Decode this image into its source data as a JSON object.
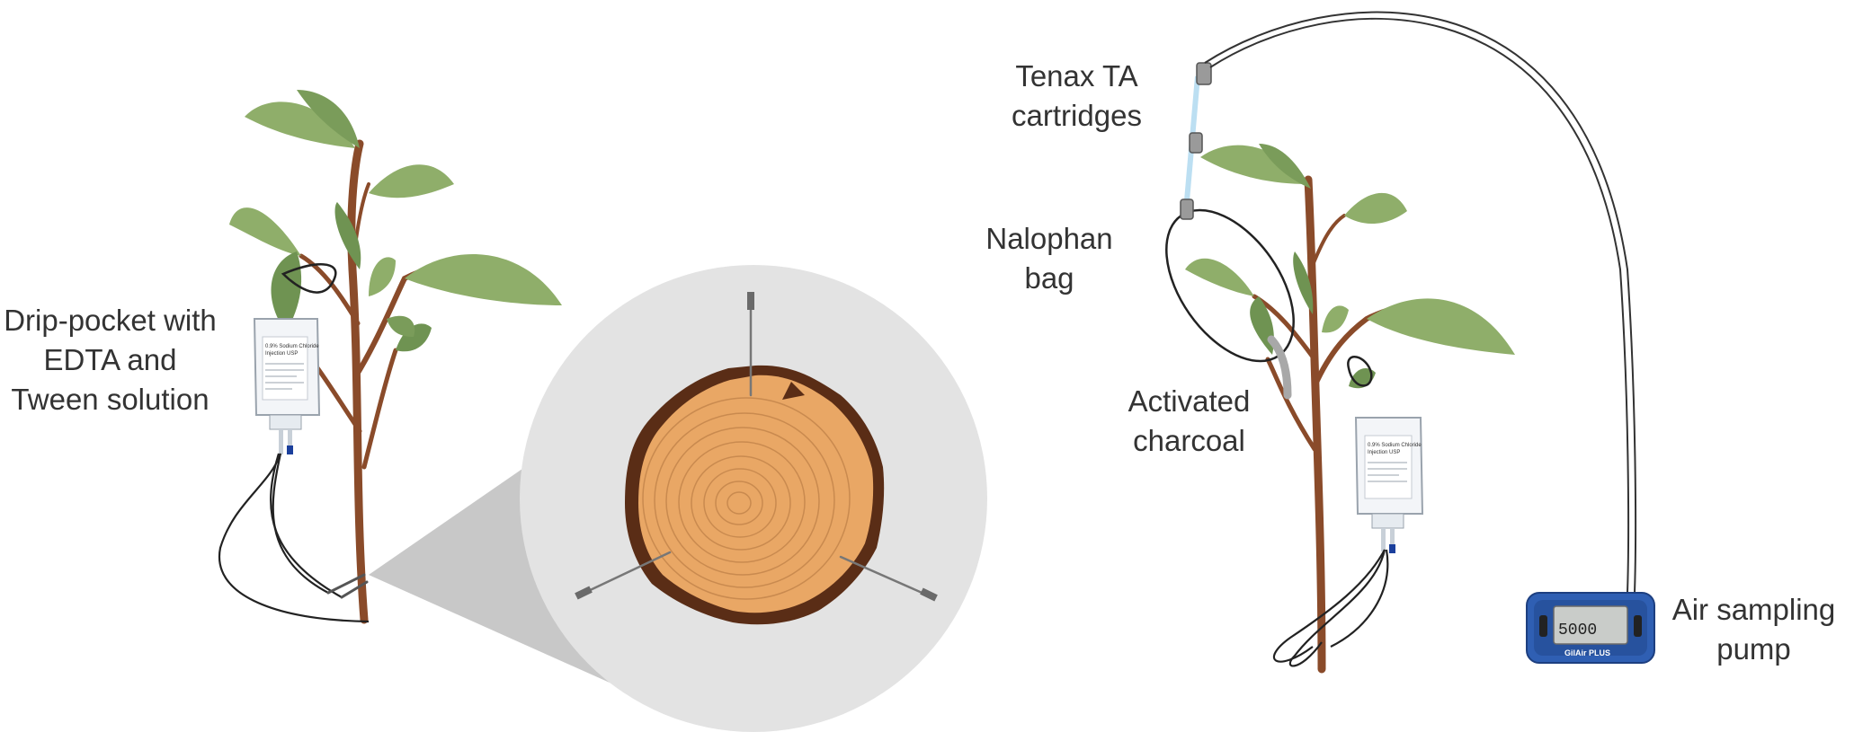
{
  "labels": {
    "drip_pocket": [
      "Drip-pocket with",
      "EDTA and",
      "Tween solution"
    ],
    "tenax": [
      "Tenax TA",
      "cartridges"
    ],
    "nalophan": [
      "Nalophan",
      "bag"
    ],
    "charcoal": [
      "Activated",
      "charcoal"
    ],
    "pump": [
      "Air sampling",
      "pump"
    ]
  },
  "bag_text": {
    "title_line1": "0.9% Sodium Chloride",
    "title_line2": "Injection USP"
  },
  "pump_display": {
    "reading": "5000",
    "brand": "GilAir PLUS"
  },
  "icons": [
    "plant-icon",
    "iv-drip-bag-icon",
    "needle-icon",
    "tree-cross-section-icon",
    "air-sampling-pump-icon",
    "tenax-cartridge-icon"
  ],
  "colors": {
    "leaf": "#8fae6a",
    "leaf_dark": "#6f9352",
    "stem": "#8a4b2a",
    "wood": "#e9a765",
    "bark": "#5a2d16",
    "zoom_circle": "#e3e3e3",
    "zoom_cone": "#c8c8c8",
    "pump_body": "#2f5fb3",
    "text": "#333333"
  }
}
